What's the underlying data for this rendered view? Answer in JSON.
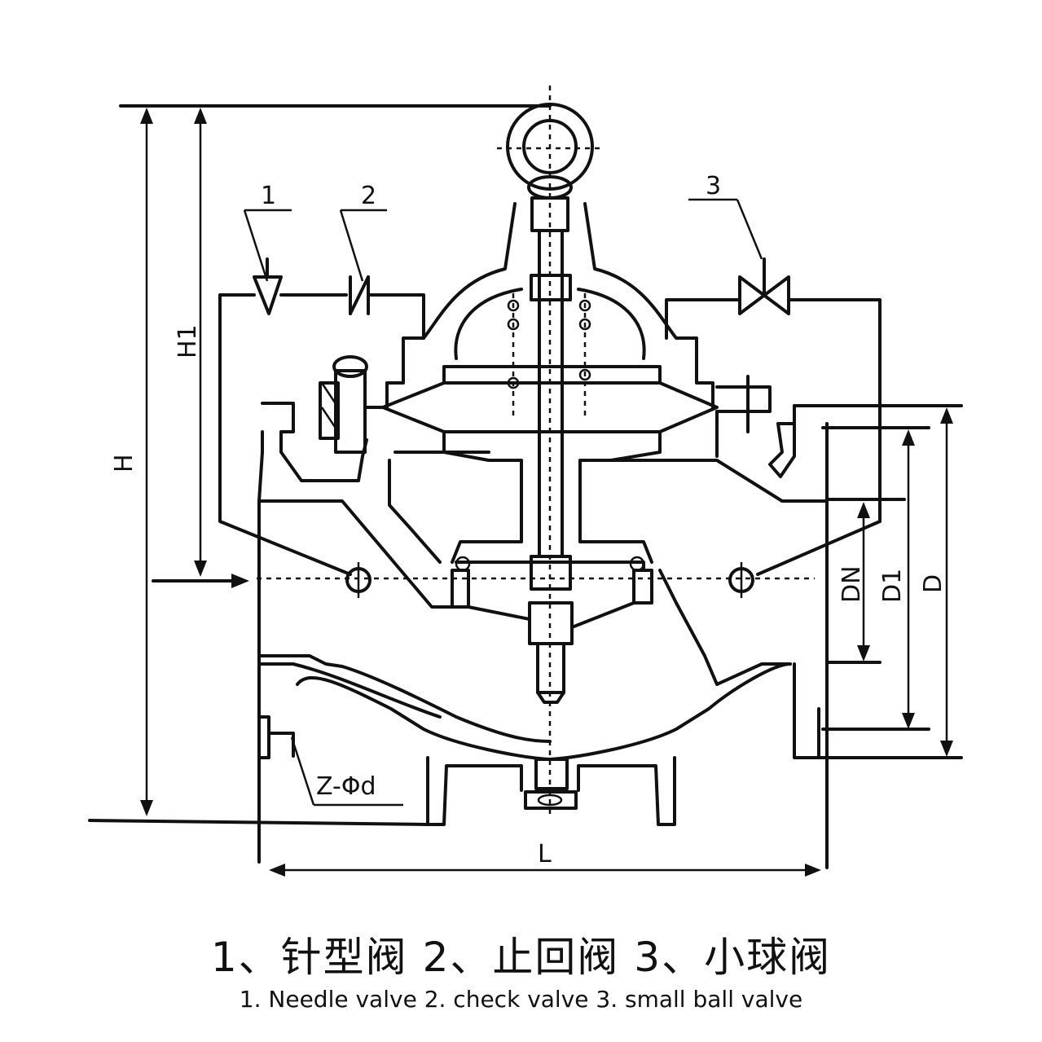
{
  "dimensions": {
    "H": "H",
    "H1": "H1",
    "DN": "DN",
    "D1": "D1",
    "D": "D",
    "L": "L",
    "bolt": "Z-Φd"
  },
  "callouts": [
    "1",
    "2",
    "3"
  ],
  "caption_cn": "1、针型阀   2、止回阀   3、小球阀",
  "caption_en": "1. Needle valve 2. check valve 3. small ball valve"
}
